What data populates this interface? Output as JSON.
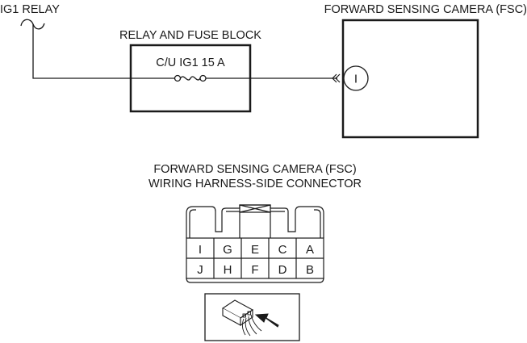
{
  "diagram": {
    "relay": {
      "label": "IG1 RELAY"
    },
    "fuse_block": {
      "label": "RELAY AND FUSE BLOCK",
      "fuse_label": "C/U IG1 15 A"
    },
    "camera": {
      "label": "FORWARD SENSING CAMERA (FSC)",
      "terminal": "I"
    },
    "connector": {
      "title_line1": "FORWARD SENSING CAMERA (FSC)",
      "title_line2": "WIRING HARNESS-SIDE CONNECTOR",
      "top_row": [
        "I",
        "G",
        "E",
        "C",
        "A"
      ],
      "bottom_row": [
        "J",
        "H",
        "F",
        "D",
        "B"
      ]
    },
    "view_icon": {
      "icon": "harness-side-view-icon"
    }
  }
}
